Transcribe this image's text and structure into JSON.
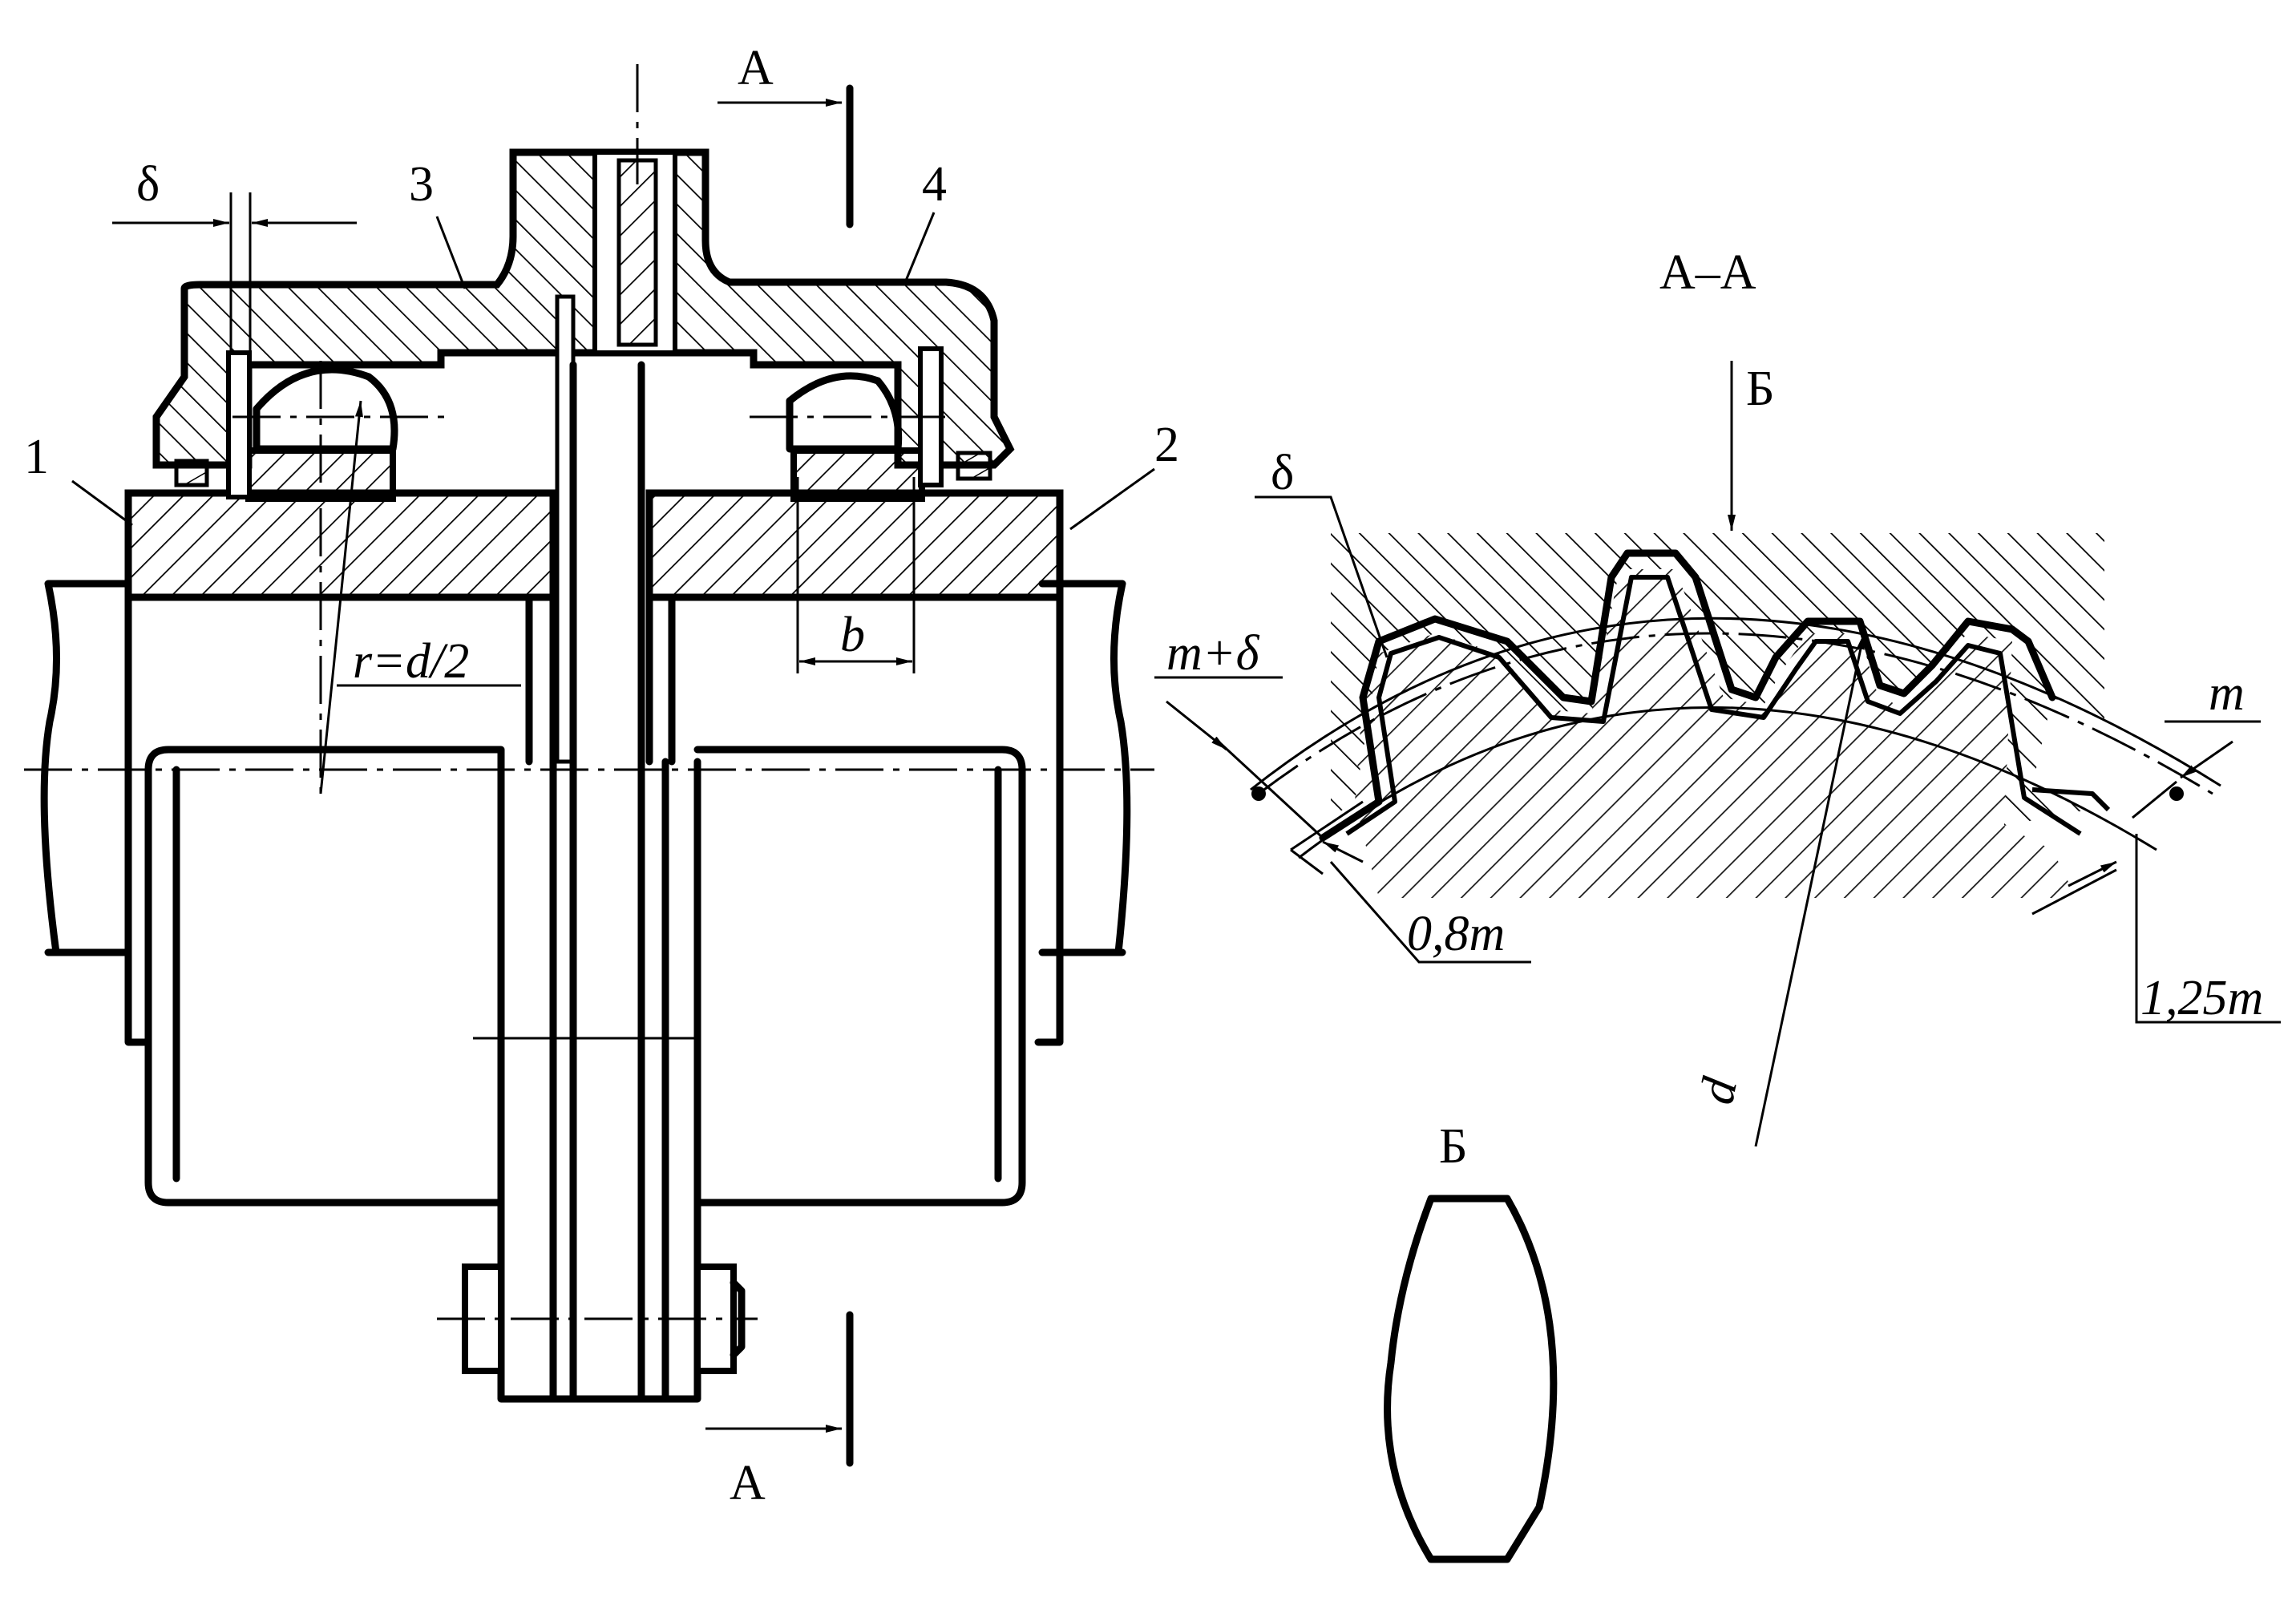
{
  "labels": {
    "part1": "1",
    "part2": "2",
    "part3": "3",
    "part4": "4",
    "delta_left": "δ",
    "section_top": "А",
    "section_bottom": "А",
    "radius": "r=d/2",
    "width_b": "b",
    "section_title": "А–А",
    "view_b_arrow": "Б",
    "delta_right": "δ",
    "m_plus_delta": "m+δ",
    "m_right": "m",
    "dim_08m": "0,8m",
    "dim_125m": "1,25m",
    "diameter_d": "d",
    "view_b_title": "Б"
  }
}
